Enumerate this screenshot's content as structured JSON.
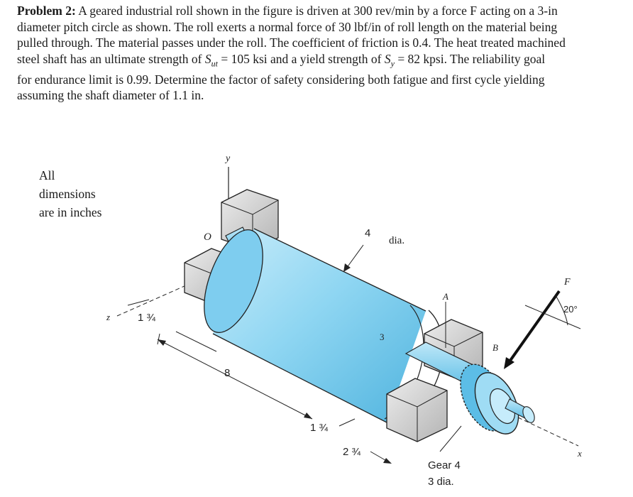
{
  "problem": {
    "label": "Problem 2:",
    "lines": [
      " A geared industrial roll shown in the figure is driven at 300 rev/min by a force F acting on a 3-in",
      "diameter pitch circle as shown. The roll exerts a normal force of 30 lbf/in of roll length on the material being",
      "pulled through. The material passes under the roll. The coefficient of friction is 0.4. The heat treated machined",
      "steel shaft has an ultimate strength of S_ut = 105 ksi and a yield strength of S_y = 82 kpsi. The reliability goal",
      "for endurance limit is 0.99. Determine the factor of safety considering both fatigue and first cycle yielding",
      "assuming the shaft diameter of 1.1 in."
    ],
    "line4_parts": [
      "steel shaft has an ultimate strength of ",
      "S",
      "ut",
      " = 105 ksi and a yield strength of ",
      "S",
      "y",
      " = 82 kpsi. The reliability goal"
    ]
  },
  "figure": {
    "note": [
      "All",
      "dimensions",
      "are in inches"
    ],
    "axis_y": "y",
    "axis_z": "z",
    "axis_x": "x",
    "origin": "O",
    "point_a": "A",
    "point_b": "B",
    "force": "F",
    "angle": "20°",
    "roll_dia_value": "4",
    "roll_dia_unit": "dia.",
    "dim_left": "1 ¾",
    "dim_length": "8",
    "dim_right": "1 ¾",
    "dim_gear": "2 ¾",
    "dim_roll_end": "3",
    "gear_name": "Gear 4",
    "gear_dia": "3  dia.",
    "colors": {
      "roll": "#8fd6f2",
      "roll_dark": "#4fb3de",
      "bearing": "#d4d4d4",
      "outline": "#222222"
    }
  }
}
